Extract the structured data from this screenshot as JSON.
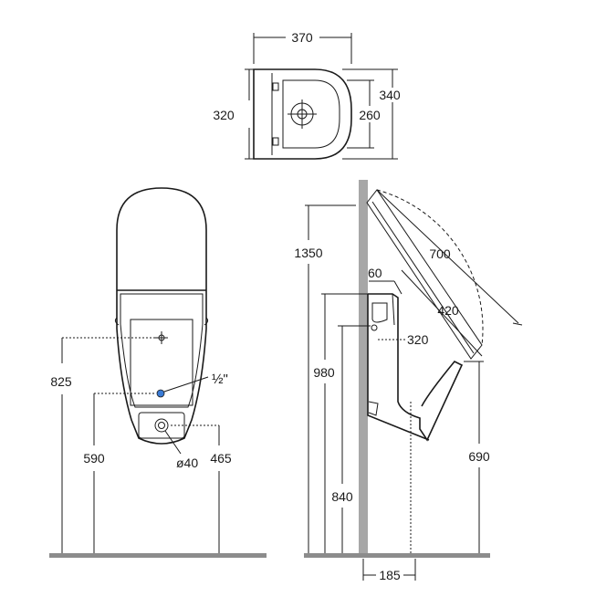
{
  "top_view": {
    "width": "370",
    "depth_left": "320",
    "depth_right": "340",
    "inner": "260"
  },
  "front_view": {
    "height_825": "825",
    "height_590": "590",
    "height_465": "465",
    "inlet": "½\"",
    "outlet": "ø40"
  },
  "side_view": {
    "total": "1350",
    "d60": "60",
    "d700": "700",
    "d420": "420",
    "d320": "320",
    "h980": "980",
    "h840": "840",
    "h690": "690",
    "w185": "185"
  },
  "colors": {
    "line": "#1a1a1a",
    "wall": "#a7a7a7",
    "floor": "#8c8c8c",
    "water": "#3a7bd5"
  }
}
